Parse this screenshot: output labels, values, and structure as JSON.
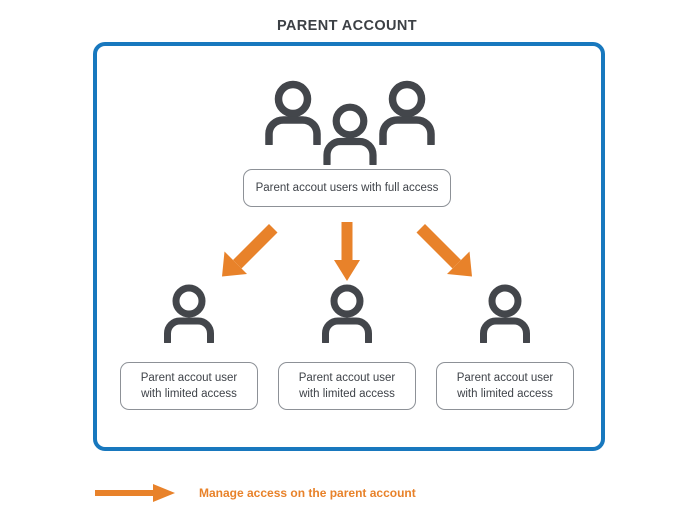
{
  "diagram": {
    "title": "PARENT ACCOUNT",
    "colors": {
      "frame_blue": "#1878be",
      "arrow_orange": "#e8822a",
      "icon_gray": "#43464b",
      "box_border_gray": "#8d9197",
      "text_gray": "#3f4349",
      "background": "#ffffff"
    },
    "top_group": {
      "icons": [
        {
          "name": "person-icon-top-left"
        },
        {
          "name": "person-icon-top-center"
        },
        {
          "name": "person-icon-top-right"
        }
      ],
      "label": "Parent accout users with full access"
    },
    "arrows": [
      {
        "name": "arrow-down-left",
        "direction": "down-left"
      },
      {
        "name": "arrow-down",
        "direction": "down"
      },
      {
        "name": "arrow-down-right",
        "direction": "down-right"
      }
    ],
    "children": [
      {
        "icon": "person-icon",
        "label_line1": "Parent accout user",
        "label_line2": "with limited access"
      },
      {
        "icon": "person-icon",
        "label_line1": "Parent accout user",
        "label_line2": "with limited access"
      },
      {
        "icon": "person-icon",
        "label_line1": "Parent accout user",
        "label_line2": "with limited access"
      }
    ],
    "legend": {
      "arrow_icon": "arrow-right-icon",
      "label": "Manage access on the parent account"
    }
  }
}
